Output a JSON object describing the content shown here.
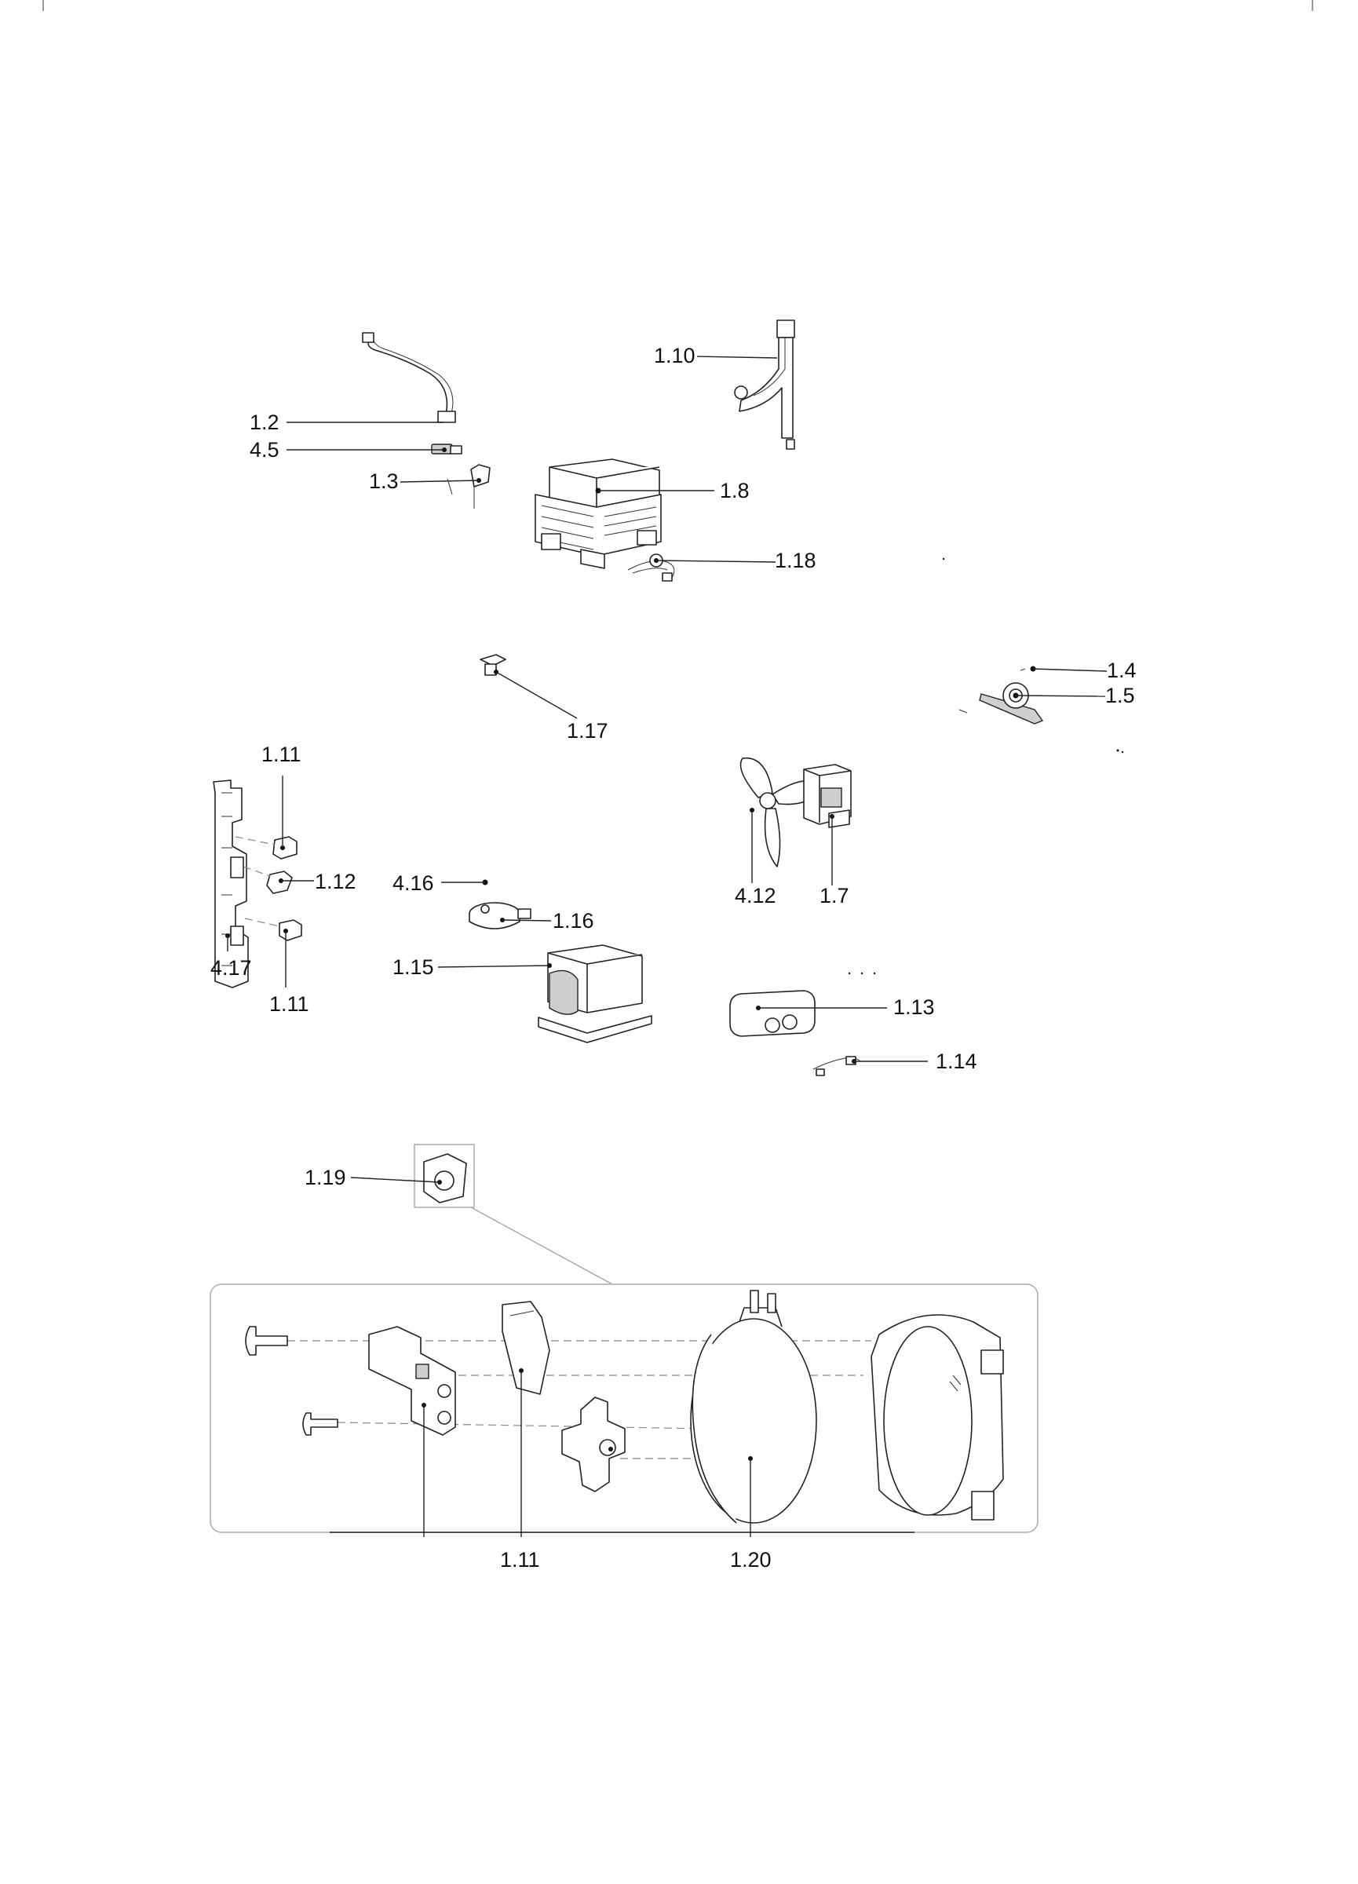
{
  "labels": {
    "p1_2": "1.2",
    "p4_5": "4.5",
    "p1_3": "1.3",
    "p1_10": "1.10",
    "p1_8": "1.8",
    "p1_18": "1.18",
    "p1_4": "1.4",
    "p1_5": "1.5",
    "p1_17": "1.17",
    "p1_11_top": "1.11",
    "p1_12": "1.12",
    "p4_17": "4.17",
    "p1_11_mid": "1.11",
    "p4_16": "4.16",
    "p1_16": "1.16",
    "p1_15": "1.15",
    "p4_12": "4.12",
    "p1_7": "1.7",
    "p1_13": "1.13",
    "p1_14": "1.14",
    "p1_19": "1.19",
    "p1_11_bottom": "1.11",
    "p1_20": "1.20"
  }
}
